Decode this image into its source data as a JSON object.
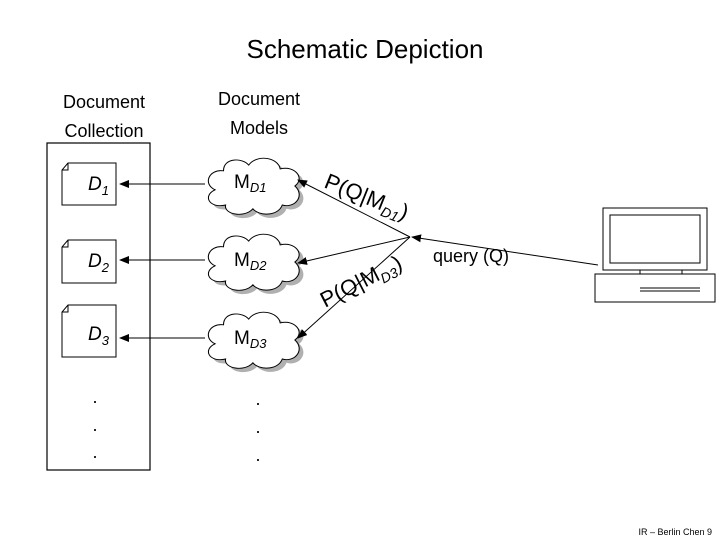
{
  "title": "Schematic Depiction",
  "collection_header": [
    "Document",
    "Collection"
  ],
  "models_header": [
    "Document",
    "Models"
  ],
  "documents": [
    {
      "letter": "D",
      "sub": "1"
    },
    {
      "letter": "D",
      "sub": "2"
    },
    {
      "letter": "D",
      "sub": "3"
    }
  ],
  "models": [
    {
      "prefix": "M",
      "sub": "D1"
    },
    {
      "prefix": "M",
      "sub": "D2"
    },
    {
      "prefix": "M",
      "sub": "D3"
    }
  ],
  "probabilities": [
    {
      "main": "P(Q|M",
      "sub": "D1",
      "close": ")"
    },
    {
      "main": "P(Q|M",
      "sub": "D3",
      "close": ")"
    }
  ],
  "ellipsis": ".",
  "query_label": "query (Q)",
  "footer": "IR – Berlin Chen 9",
  "icons": [
    "document-icon",
    "cloud-icon",
    "computer-icon",
    "arrow-icon"
  ]
}
